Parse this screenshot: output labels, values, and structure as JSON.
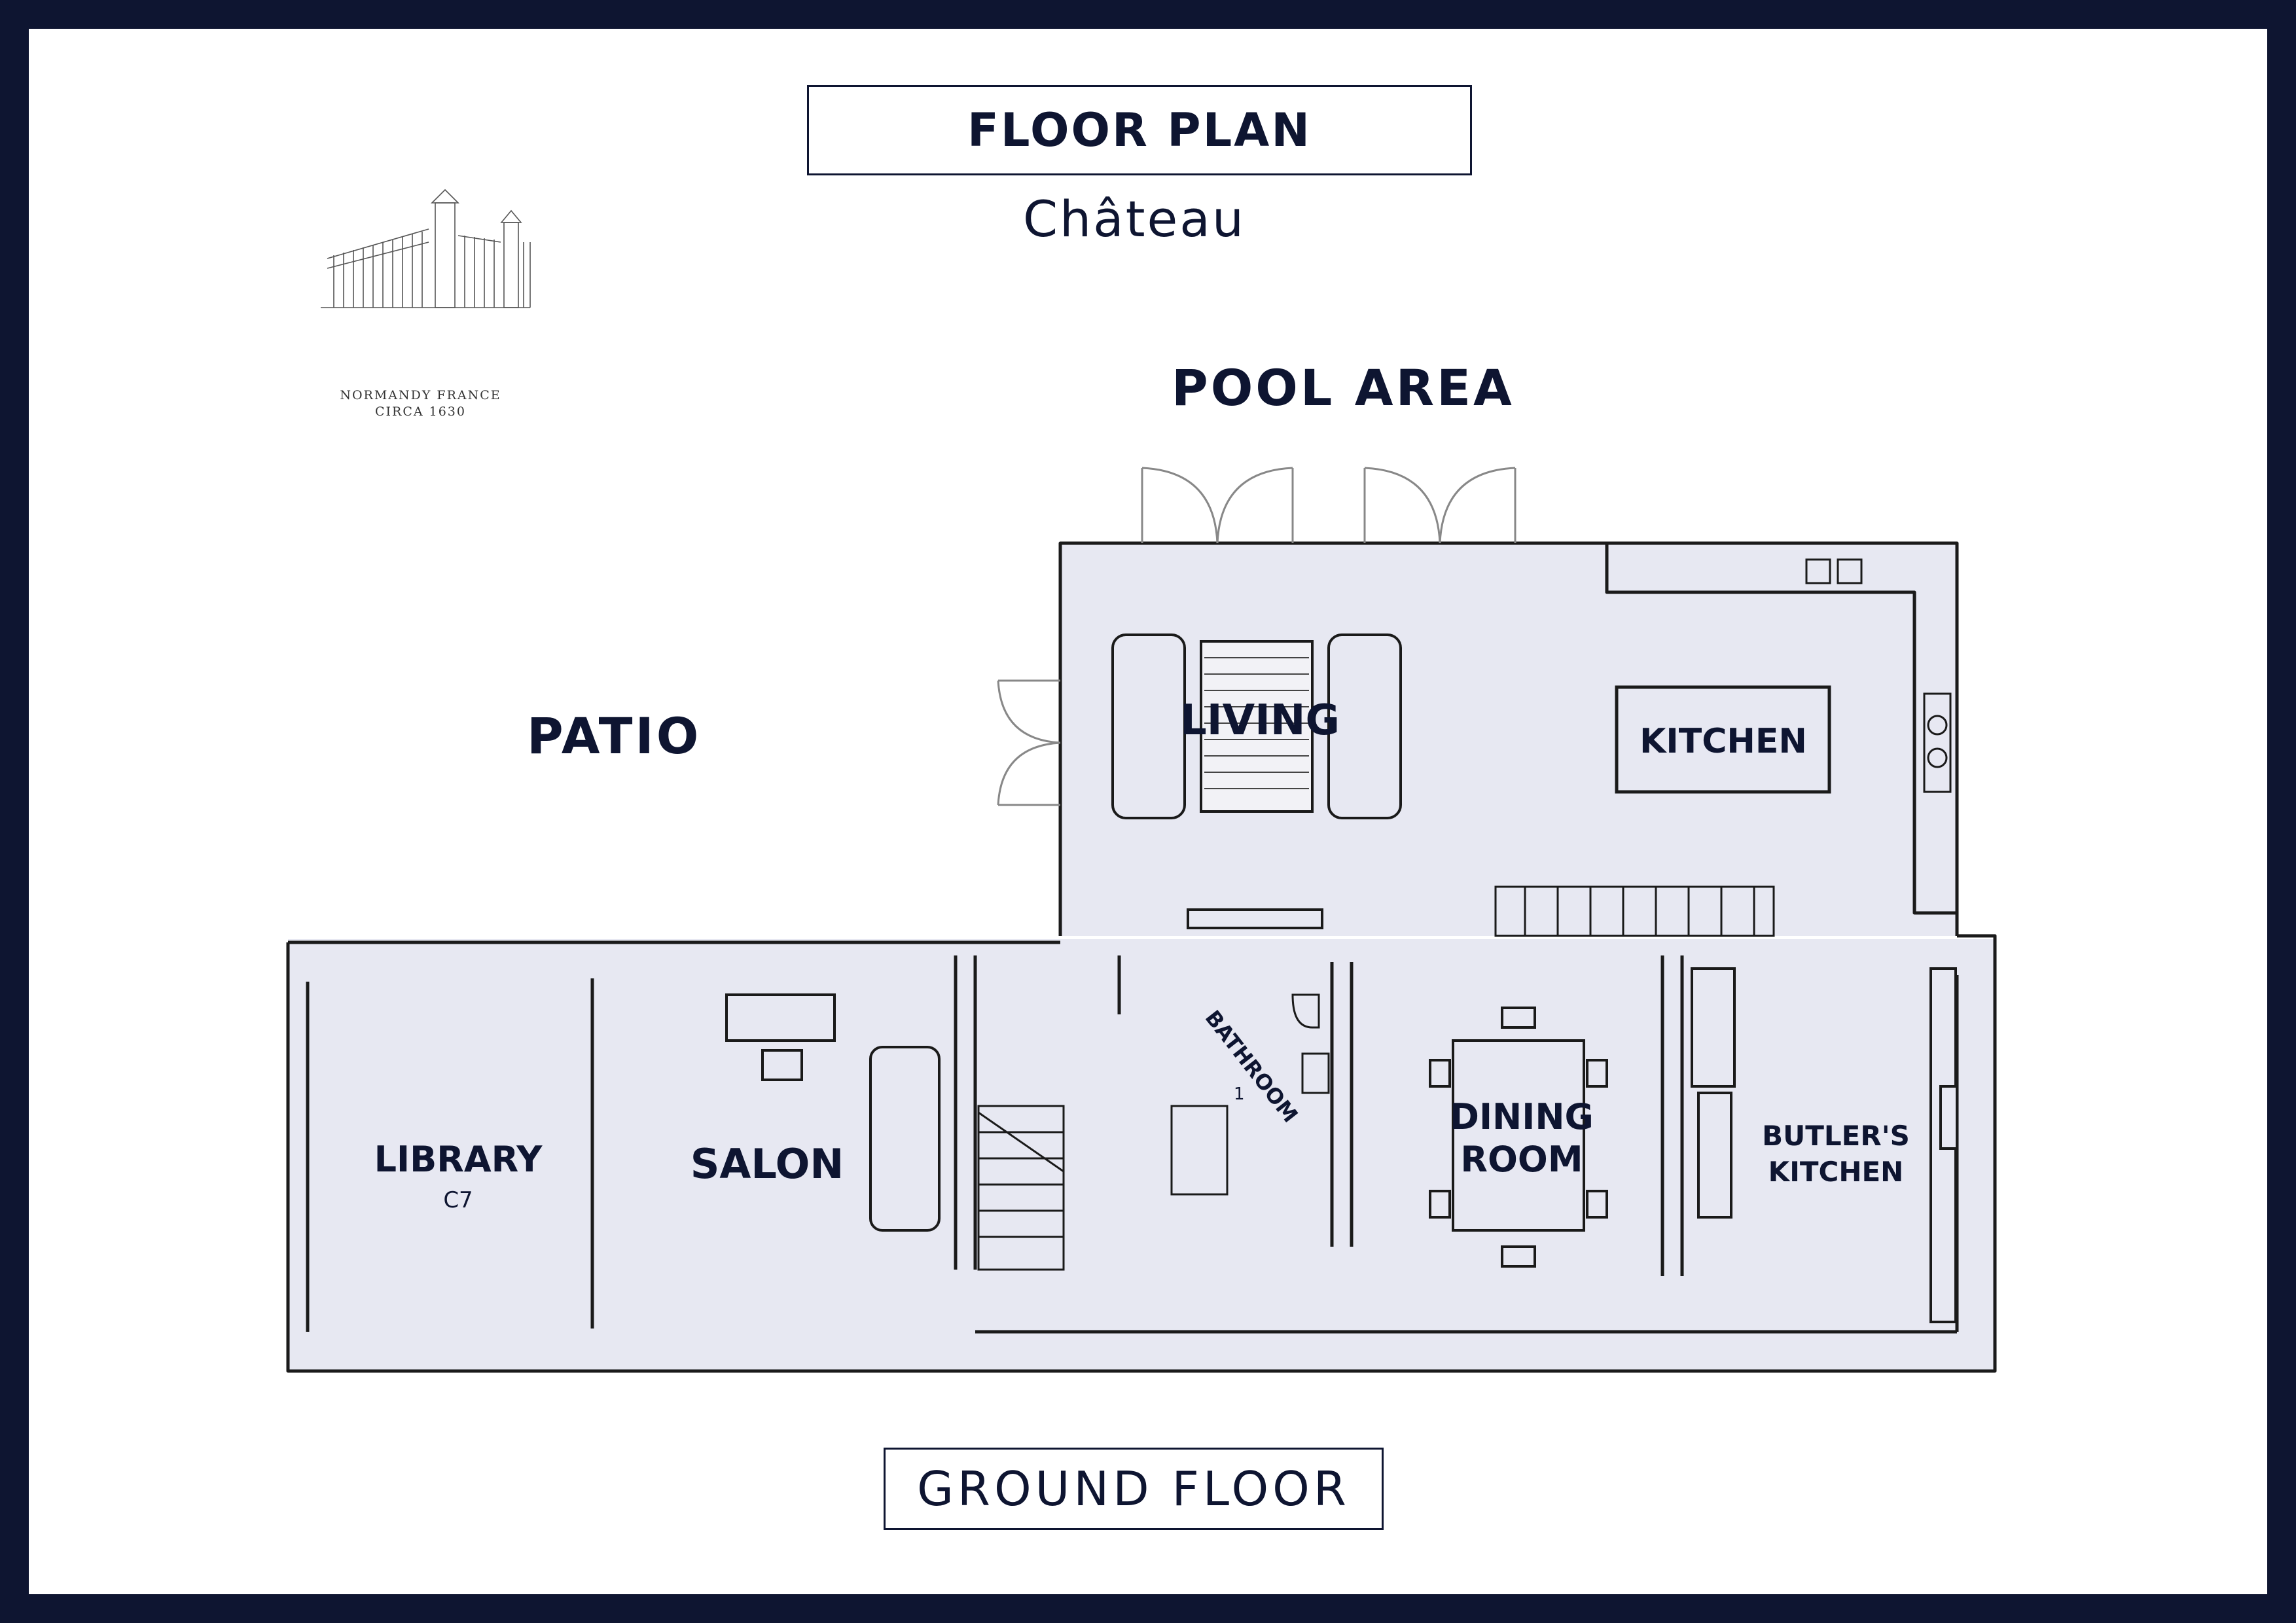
{
  "header": {
    "title": "FLOOR PLAN",
    "subtitle": "Château"
  },
  "logo": {
    "line1": "NORMANDY FRANCE",
    "line2": "CIRCA 1630"
  },
  "outdoor_areas": {
    "pool_area": "POOL AREA",
    "patio": "PATIO"
  },
  "rooms": {
    "living": "LIVING",
    "kitchen": "KITCHEN",
    "library": "LIBRARY",
    "library_sub": "C7",
    "salon": "SALON",
    "bathroom": "BATHROOM",
    "bathroom_sub": "1",
    "dining_line1": "DINING",
    "dining_line2": "ROOM",
    "butlers_line1": "BUTLER'S",
    "butlers_line2": "KITCHEN"
  },
  "footer": {
    "level": "GROUND FLOOR"
  },
  "colors": {
    "navy": "#0e1531",
    "room_fill": "#e7e8f2",
    "wall": "#1a1a1a"
  }
}
